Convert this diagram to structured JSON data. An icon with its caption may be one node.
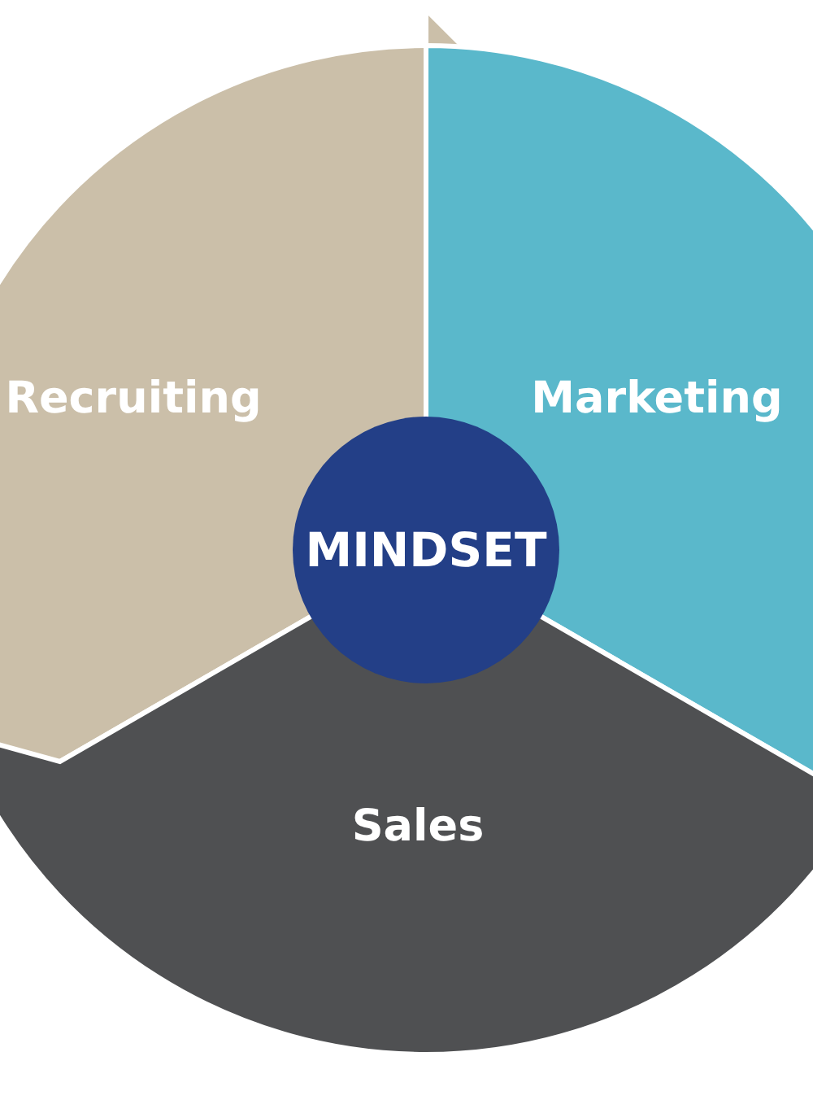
{
  "diagram": {
    "nodes": [
      {
        "text": [
          "Recruiting"
        ]
      },
      {
        "text": [
          "Marketing"
        ]
      },
      {
        "text": [
          "Sales"
        ]
      },
      {
        "text": [
          "MINDSET"
        ]
      }
    ]
  }
}
